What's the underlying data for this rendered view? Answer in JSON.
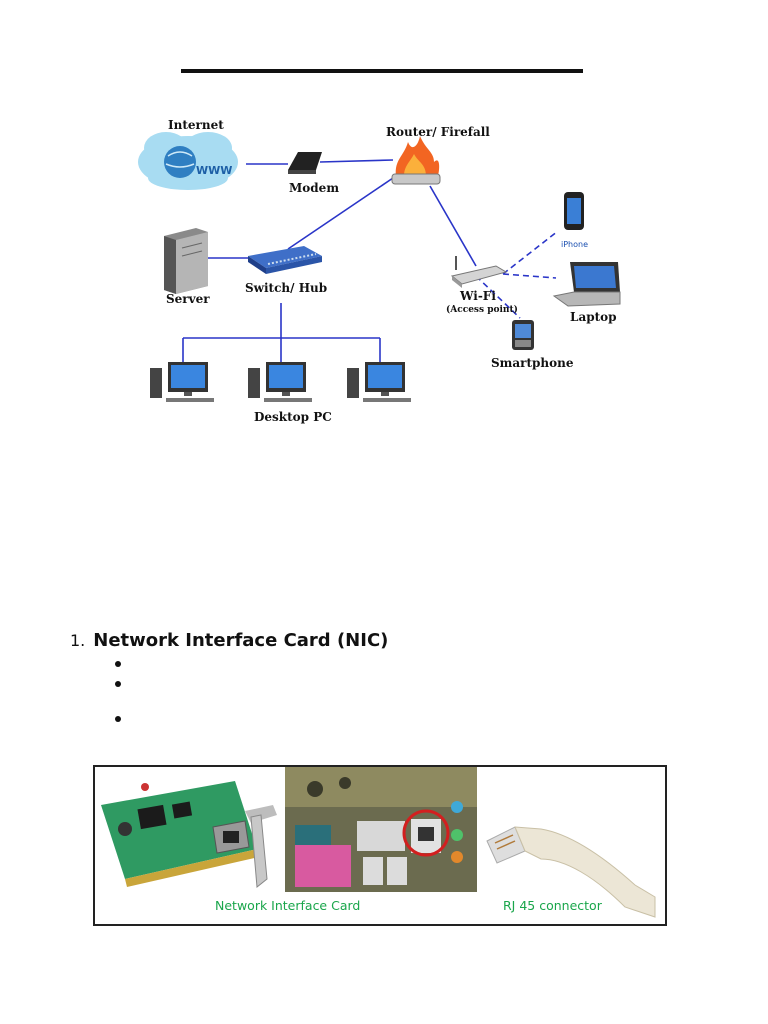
{
  "diagram": {
    "labels": {
      "internet": "Internet",
      "www": "WWW",
      "modem": "Modem",
      "router": "Router/ Firefall",
      "server": "Server",
      "switch": "Switch/ Hub",
      "iphone": "iPhone",
      "wifi": "Wi-Fi",
      "access_point": "(Access point)",
      "laptop": "Laptop",
      "smartphone": "Smartphone",
      "desktop": "Desktop PC"
    }
  },
  "section": {
    "number": "1.",
    "title": "Network Interface Card (NIC)"
  },
  "photos": {
    "captions": {
      "nic": "Network Interface Card",
      "rj45": "RJ 45 connector"
    }
  }
}
